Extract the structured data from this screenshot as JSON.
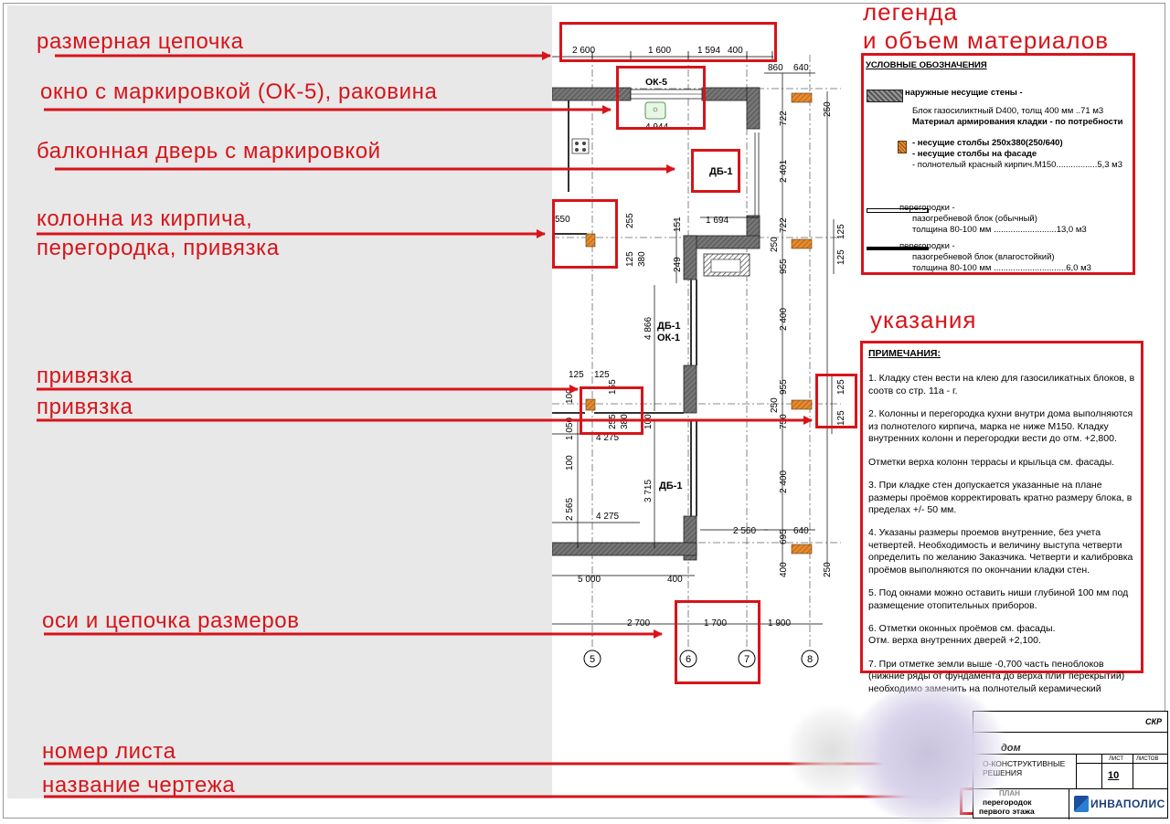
{
  "callouts": {
    "dim_chain": "размерная цепочка",
    "window": "окно с маркировкой (ОК-5), раковина",
    "balcony_door": "балконная дверь с маркировкой",
    "brick_column_l1": "колонна из кирпича,",
    "brick_column_l2": "перегородка, привязка",
    "binding1": "привязка",
    "binding2": "привязка",
    "axes": "оси и цепочка размеров",
    "sheet_number": "номер листа",
    "drawing_name": "название чертежа"
  },
  "headings": {
    "legend_l1": "легенда",
    "legend_l2": "и объем материалов",
    "notes": "указания"
  },
  "plan": {
    "top_dims": [
      "2 600",
      "1 600",
      "1 594",
      "400"
    ],
    "top_right_dims": [
      "860",
      "640"
    ],
    "window_mark": "ОК-5",
    "window_width": "4 944",
    "door_mark": "ДБ-1",
    "door_window_mark": "ДБ-1",
    "door_window_mark2": "ОК-1",
    "door_mark_low": "ДБ-1",
    "dims": {
      "d550": "550",
      "d255": "255",
      "d125": "125",
      "d380": "380",
      "d151": "151",
      "d1694": "1 694",
      "d249": "249",
      "d4866": "4 866",
      "d722a": "722",
      "d2401": "2 401",
      "d722b": "722",
      "d250a": "250",
      "d955a": "955",
      "d2400a": "2 400",
      "d125b": "125",
      "d125c": "125",
      "d100a": "100",
      "d155": "155",
      "d255b": "255",
      "d380b": "380",
      "d100b": "100",
      "d1050": "1 050",
      "d4275a": "4 275",
      "d3715": "3 715",
      "d100c": "100",
      "d2565": "2 565",
      "d4275b": "4 275",
      "d955b": "955",
      "d250b": "250",
      "d750": "750",
      "d2400b": "2 400",
      "d2560": "2 560",
      "d695": "695",
      "d640b": "640",
      "d400a": "400",
      "d250c": "250",
      "d5000": "5 000",
      "d400b": "400",
      "d250d": "250",
      "d125r1": "125",
      "d125r2": "125",
      "d125r3": "125",
      "d125r4": "125"
    },
    "bottom_dims": [
      "2 700",
      "1 700",
      "1 900"
    ],
    "axes": [
      "5",
      "6",
      "7",
      "8"
    ]
  },
  "legend": {
    "header": "УСЛОВНЫЕ ОБОЗНАЧЕНИЯ",
    "outer_walls_title": "наружные несущие стены -",
    "outer_walls_l1": "Блок газосиликтный D400, толщ 400 мм ..71 м3",
    "outer_walls_l2": "Материал армирования кладки - по потребности",
    "columns_l1": "- несущие столбы 250х380(250/640)",
    "columns_l2": "- несущие столбы на фасаде",
    "columns_l3": "- полнотелый красный кирпич.М150.................5,3 м3",
    "partitions1_l1": "перегородки -",
    "partitions1_l2": "пазогребневой блок (обычный)",
    "partitions1_l3": "толщина 80-100 мм ..........................13,0 м3",
    "partitions2_l1": "перегородки -",
    "partitions2_l2": "пазогребневой блок (влагостойкий)",
    "partitions2_l3": "толщина 80-100 мм ..............................6,0 м3"
  },
  "notes": {
    "header": "ПРИМЕЧАНИЯ:",
    "n1": "1. Кладку стен вести на клею для газосиликатных блоков, в соотв со стр. 11а - г.",
    "n2": "2. Колонны и перегородка кухни внутри дома выполняются из полнотелого кирпича, марка не ниже М150. Кладку внутренних колонн и перегородки вести до отм. +2,800.",
    "n2b": "Отметки верха колонн террасы и крыльца см. фасады.",
    "n3": "3.  При кладке стен допускается указанные на плане размеры проёмов корректировать кратно размеру блока, в пределах +/- 50 мм.",
    "n4": "4. Указаны размеры проемов внутренние, без учета четвертей. Необходимость и величину выступа четверти определить по желанию Заказчика. Четверти и калибровка проёмов выполняются по окончании кладки стен.",
    "n5": "5. Под окнами можно оставить ниши глубиной 100 мм под размещение отопительных приборов.",
    "n6": "6. Отметки оконных проёмов см. фасады.",
    "n6b": "Отм. верха внутренних дверей +2,100.",
    "n7": "7. При отметке земли выше -0,700 часть пеноблоков (нижние ряды от фундамента до верха плит перекрытий) необходимо заменить на полнотелый керамический"
  },
  "stamp": {
    "code": "СКР",
    "house": "дом",
    "section_l1": "О-КОНСТРУКТИВНЫЕ",
    "section_l2": "РЕШЕНИЯ",
    "stage_label": "",
    "sheet_label": "ЛИСТ",
    "sheets_label": "ЛИСТОВ",
    "sheet_number": "10",
    "drawing_l1": "ПЛАН",
    "drawing_l2": "перегородок",
    "drawing_l3": "первого этажа",
    "company": "ИНВАПОЛИС"
  },
  "colors": {
    "accent_red": "#d7141a",
    "wall_fill": "#555555",
    "column_fill": "#e0852a",
    "gray_mask": "#e8e8e8"
  }
}
